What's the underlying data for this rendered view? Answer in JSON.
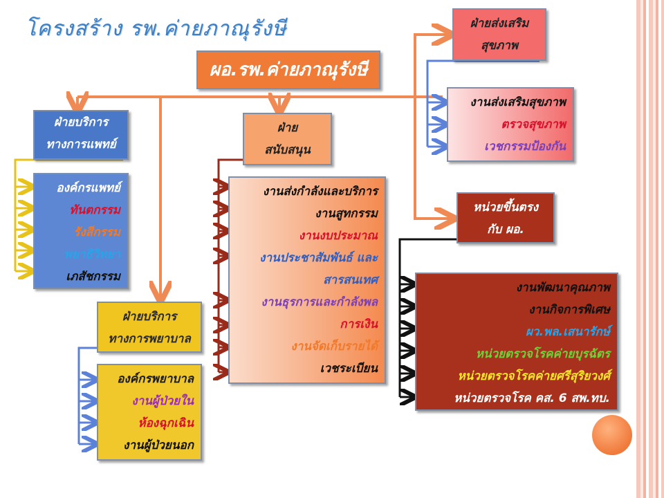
{
  "title": "โครงสร้าง รพ.ค่ายภาณุรังษี",
  "director": "ผอ.รพ.ค่ายภาณุรังษี",
  "medical": {
    "header": [
      "ฝ่ายบริการ",
      "ทางการแพทย์"
    ],
    "items": [
      {
        "text": "องค์กรแพทย์",
        "color": "#ffffff"
      },
      {
        "text": "ทันตกรรม",
        "color": "#d8102a"
      },
      {
        "text": "รังสีกรรม",
        "color": "#f07a2a"
      },
      {
        "text": "พยาธิวิทยา",
        "color": "#2ba3e8"
      },
      {
        "text": "เภสัชกรรม",
        "color": "#111111"
      }
    ]
  },
  "nursing": {
    "header": [
      "ฝ่ายบริการ",
      "ทางการพยาบาล"
    ],
    "items": [
      {
        "text": "องค์กรพยาบาล",
        "color": "#1a1a1a"
      },
      {
        "text": "งานผู้ป่วยใน",
        "color": "#9b2bb8"
      },
      {
        "text": "ห้องฉุกเฉิน",
        "color": "#d8102a"
      },
      {
        "text": "งานผู้ป่วยนอก",
        "color": "#111111"
      }
    ]
  },
  "support": {
    "header": [
      "ฝ่าย",
      "สนับสนุน"
    ],
    "items": [
      {
        "text": "งานส่งกำลังและบริการ",
        "color": "#111111"
      },
      {
        "text": "งานสูทกรรม",
        "color": "#111111"
      },
      {
        "text": "งานงบประมาณ",
        "color": "#d8102a"
      },
      {
        "text": "งานประชาสัมพันธ์ และ",
        "color": "#2b5fc4"
      },
      {
        "text": "สารสนเทศ",
        "color": "#2b5fc4"
      },
      {
        "text": "งานธุรการและกำลังพล",
        "color": "#7b3fb8"
      },
      {
        "text": "การเงิน",
        "color": "#d8102a"
      },
      {
        "text": "งานจัดเก็บรายได้",
        "color": "#f07a2a"
      },
      {
        "text": "เวชระเบียน",
        "color": "#111111"
      }
    ]
  },
  "promotion": {
    "header": [
      "ฝ่ายส่งเสริม",
      "สุขภาพ"
    ],
    "items": [
      {
        "text": "งานส่งเสริมสุขภาพ",
        "color": "#111111"
      },
      {
        "text": "ตรวจสุขภาพ",
        "color": "#d8102a"
      },
      {
        "text": "เวชกรรมป้องกัน",
        "color": "#7b3fb8"
      }
    ]
  },
  "units": {
    "header": [
      "หน่วยขึ้นตรง",
      "กับ ผอ."
    ],
    "items": [
      {
        "text": "งานพัฒนาคุณภาพ",
        "color": "#111111"
      },
      {
        "text": "งานกิจการพิเศษ",
        "color": "#111111"
      },
      {
        "text": "ผว.พล.เสนารักษ์",
        "color": "#2ba3e8"
      },
      {
        "text": "หน่วยตรวจโรคค่ายบุรฉัตร",
        "color": "#6fd13a"
      },
      {
        "text": "หน่วยตรวจโรคค่ายศรีสุริยวงศ์",
        "color": "#f5e62a"
      },
      {
        "text": "หน่วยตรวจโรค คส. 6 สพ.ทบ.",
        "color": "#ffffff"
      }
    ]
  },
  "colors": {
    "orange": "#f07b36",
    "blue": "#4a78c8",
    "yellow": "#f0c51f",
    "red": "#a9311c",
    "pink": "#f46b6b"
  }
}
